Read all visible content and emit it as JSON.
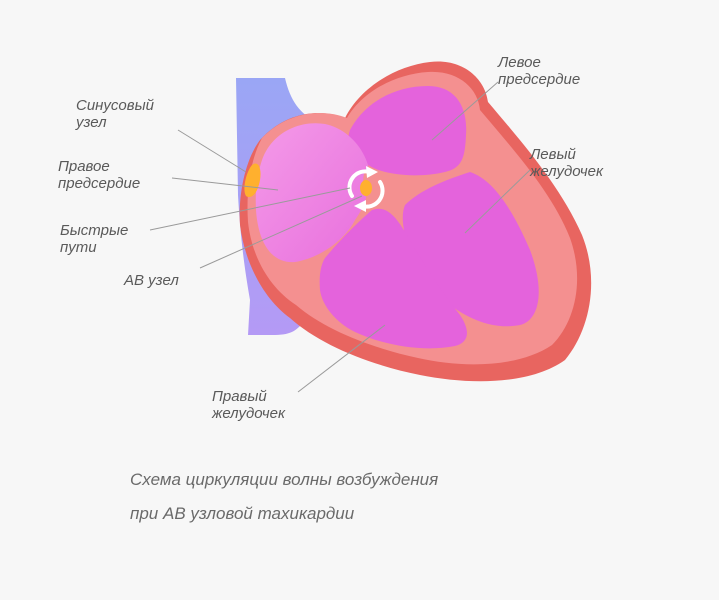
{
  "labels": {
    "sinus_node": "Синусовый\nузел",
    "right_atrium": "Правое\nпредсердие",
    "fast_paths": "Быстрые\nпути",
    "av_node": "АВ узел",
    "left_atrium": "Левое\nпредсердие",
    "left_ventricle": "Левый\nжелудочек",
    "right_ventricle": "Правый\nжелудочек"
  },
  "caption": {
    "line1": "Схема циркуляции волны возбуждения",
    "line2": "при АВ узловой тахикардии"
  },
  "colors": {
    "background": "#f7f7f7",
    "vessel": "#9aa6f5",
    "vessel_bottom": "#b49af5",
    "heart_wall": "#f49090",
    "heart_wall_dark": "#e86560",
    "chamber": "#e463dc",
    "atrium_light": "#f08ce8",
    "node": "#ffb02e",
    "leader_line": "#9a9a9a"
  }
}
